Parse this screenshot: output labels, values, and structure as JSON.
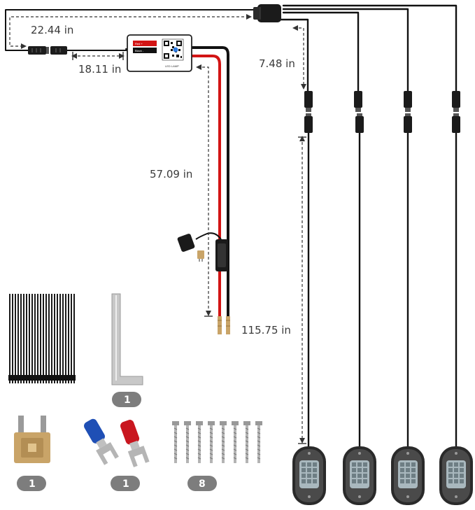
{
  "diagram": {
    "dimensions": {
      "input_lead": "22.44 in",
      "controller_lead": "18.11 in",
      "power_lead": "57.09 in",
      "hub_to_light": "7.48 in",
      "light_lead": "115.75 in"
    },
    "controller": {
      "label_red": "Red +",
      "label_black": "Black -",
      "caption": "LED LAMP"
    },
    "accessories": {
      "hex_key_qty": "1",
      "fuse_qty": "1",
      "terminal_qty": "1",
      "screw_qty": "8"
    },
    "colors": {
      "wire_black": "#111111",
      "wire_red": "#d21414",
      "badge": "#7d7d7d",
      "dimension_line": "#333333"
    }
  }
}
